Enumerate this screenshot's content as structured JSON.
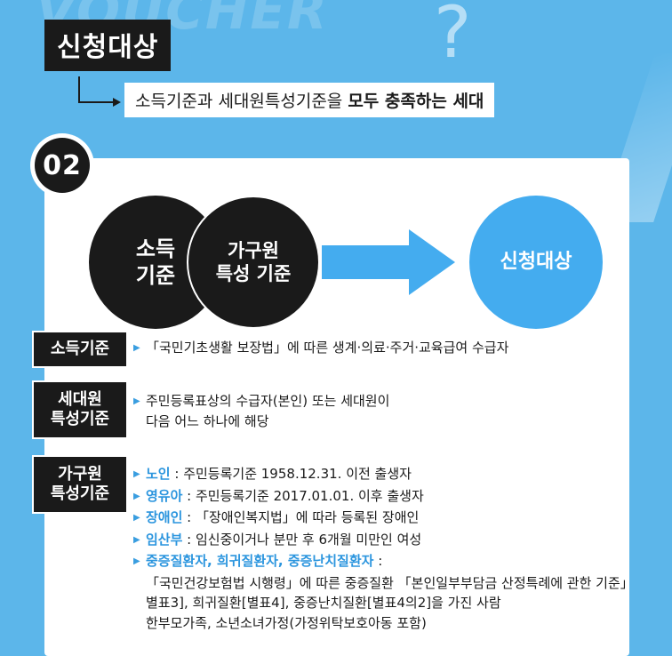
{
  "header": {
    "bg_watermark": "VOUCHER",
    "title": "신청대상",
    "subtitle_prefix": "소득기준과 세대원특성기준을 ",
    "subtitle_bold": "모두 충족하는 세대"
  },
  "card": {
    "number": "02",
    "venn": {
      "circle1_line1": "소득",
      "circle1_line2": "기준",
      "circle2_line1": "가구원",
      "circle2_line2": "특성 기준",
      "target": "신청대상"
    },
    "income": {
      "label": "소득기준",
      "text": "「국민기초생활 보장법」에 따른 생계·의료·주거·교육급여 수급자"
    },
    "household": {
      "label_line1": "세대원",
      "label_line2": "특성기준",
      "text_line1": "주민등록표상의 수급자(본인) 또는 세대원이",
      "text_line2": "다음 어느 하나에 해당"
    },
    "member": {
      "label_line1": "가구원",
      "label_line2": "특성기준",
      "items": [
        {
          "key": "노인",
          "desc": " : 주민등록기준 1958.12.31. 이전 출생자"
        },
        {
          "key": "영유아",
          "desc": " : 주민등록기준 2017.01.01. 이후 출생자"
        },
        {
          "key": "장애인",
          "desc": " : 「장애인복지법」에 따라 등록된 장애인"
        },
        {
          "key": "임산부",
          "desc": " : 임신중이거나 분만 후 6개월 미만인 여성"
        },
        {
          "key": "중증질환자, 희귀질환자, 중증난치질환자",
          "desc": " :"
        }
      ],
      "extra_line1": "「국민건강보험법 시행령」에 따른 중증질환 「본인일부부담금 산정특례에 관한 기준」",
      "extra_line2": "별표3], 희귀질환[별표4], 중증난치질환[별표4의2]을 가진 사람",
      "extra_line3": "한부모가족, 소년소녀가정(가정위탁보호아동 포함)"
    }
  },
  "colors": {
    "background": "#5cb6ea",
    "dark": "#1a1a1a",
    "accent": "#2b95de"
  }
}
